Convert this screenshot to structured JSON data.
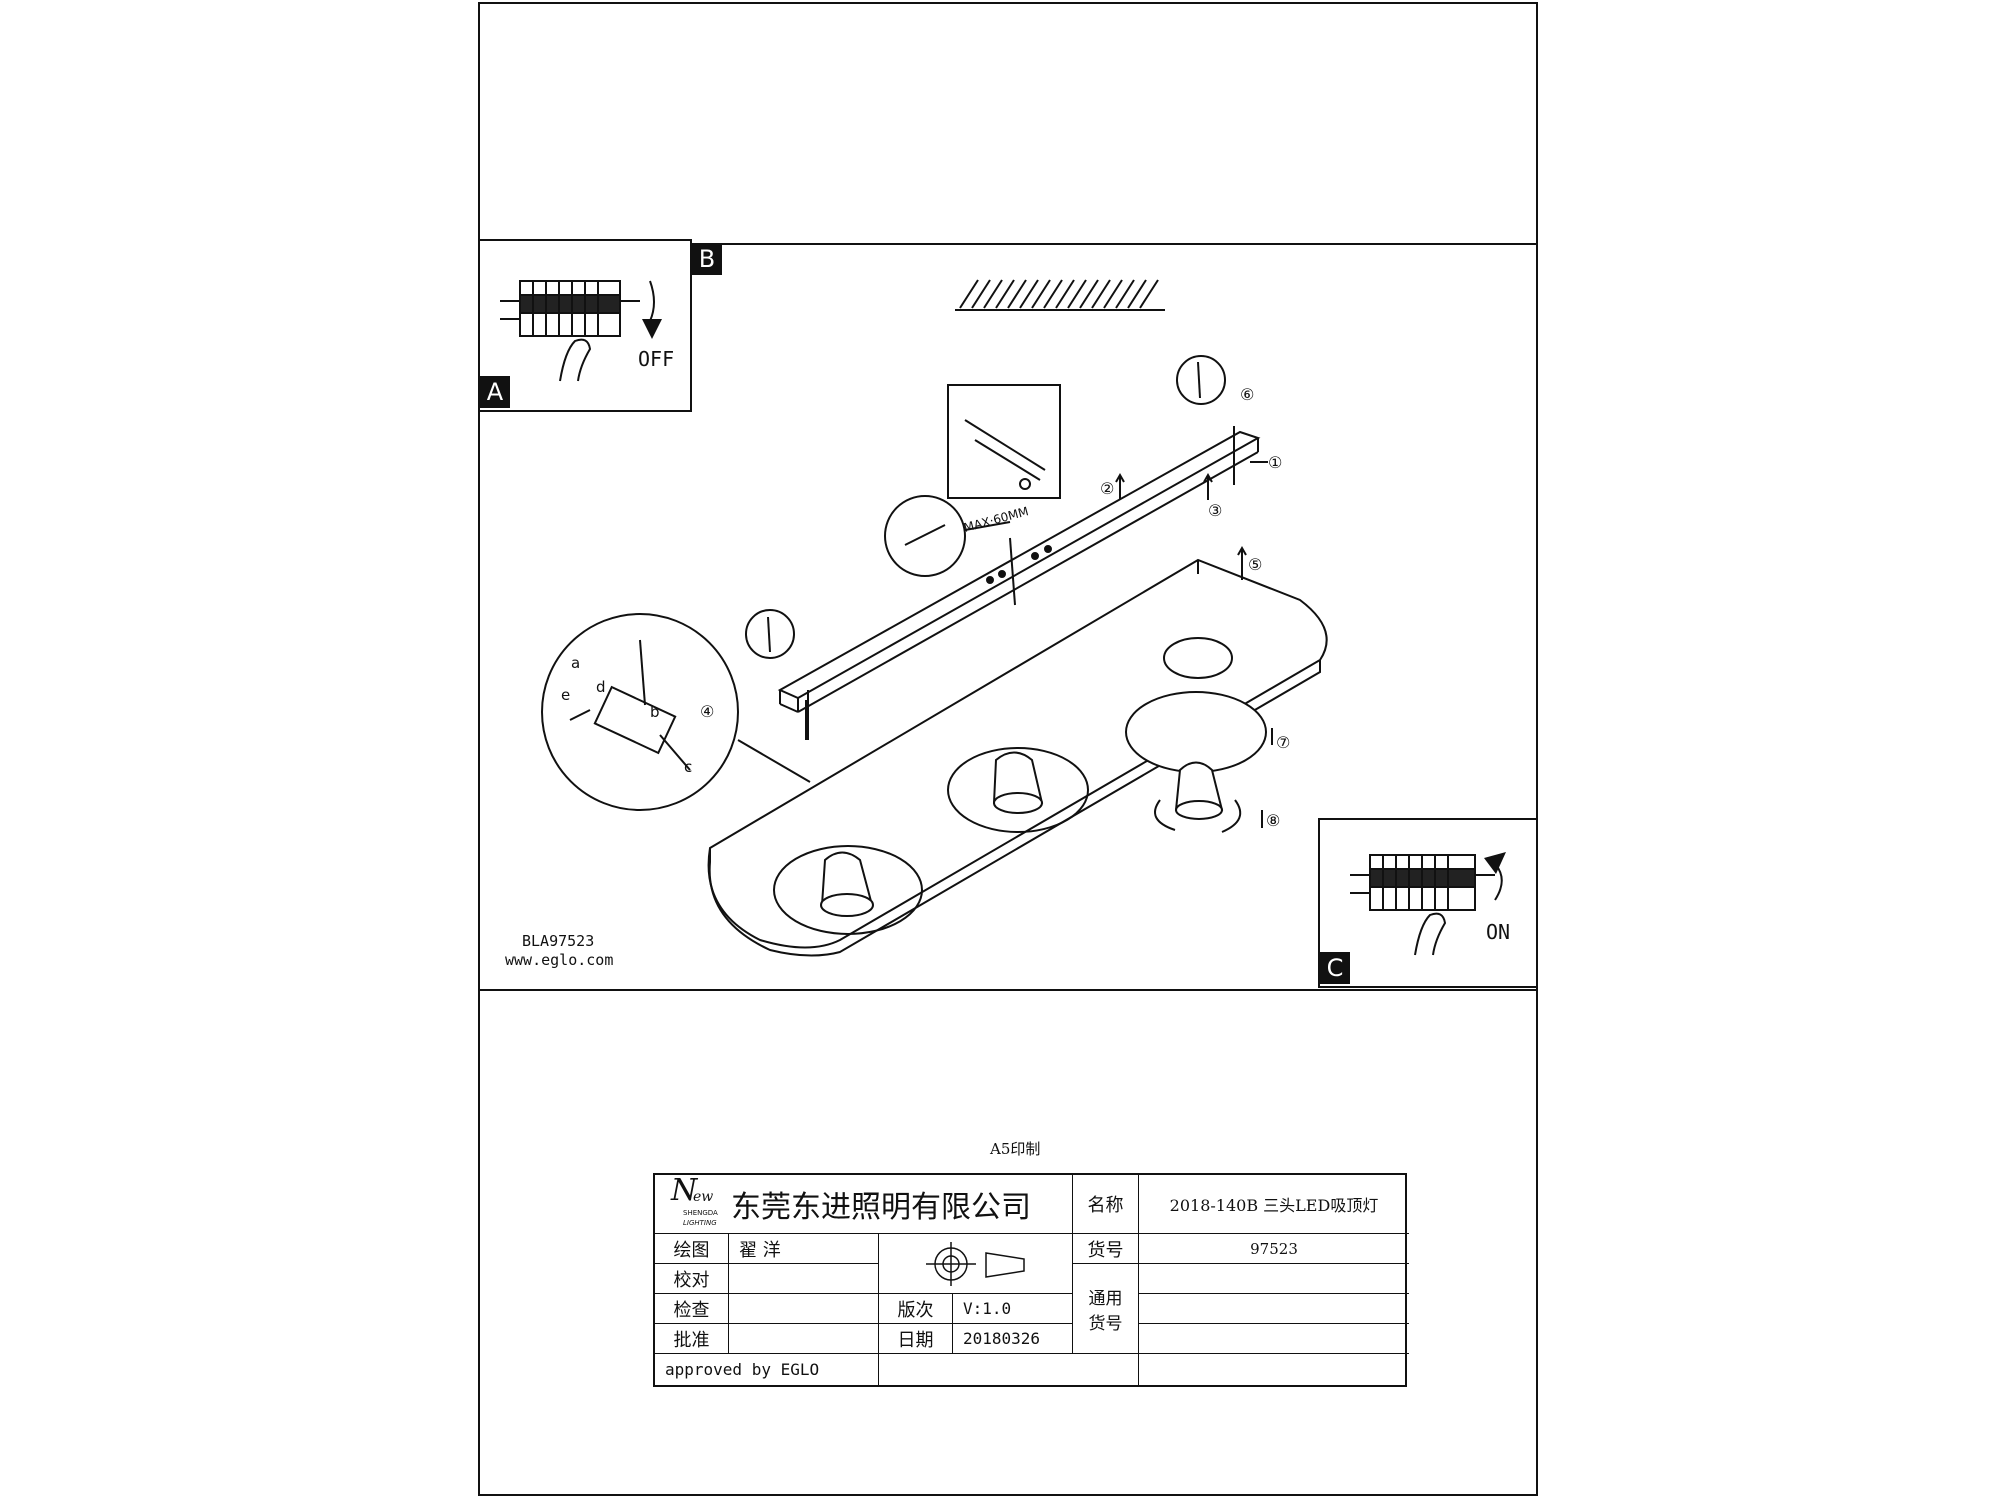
{
  "panels": {
    "a_label": "A",
    "b_label": "B",
    "c_label": "C",
    "off_label": "OFF",
    "on_label": "ON"
  },
  "drawing": {
    "max_length_label": "MAX·60MM",
    "callouts": [
      "①",
      "②",
      "③",
      "④",
      "⑤",
      "⑥",
      "⑦",
      "⑧"
    ],
    "detail_letters": [
      "a",
      "b",
      "c",
      "d",
      "e"
    ]
  },
  "footer_left": {
    "model": "BLA97523",
    "website": "www.eglo.com"
  },
  "print_note": "A5印制",
  "title_block": {
    "logo_text": "ew",
    "logo_sub1": "SHENGDA",
    "logo_sub2": "LIGHTING",
    "company": "东莞东进照明有限公司",
    "name_label": "名称",
    "name_value": "2018-140B 三头LED吸顶灯",
    "drawn_label": "绘图",
    "drawn_value": "翟 洋",
    "item_label": "货号",
    "item_value": "97523",
    "check_label": "校对",
    "inspect_label": "检查",
    "generic_label_1": "通用",
    "generic_label_2": "货号",
    "version_label": "版次",
    "version_value": "V:1.0",
    "approve_label": "批准",
    "date_label": "日期",
    "date_value": "20180326",
    "approved_by": "approved by EGLO"
  }
}
